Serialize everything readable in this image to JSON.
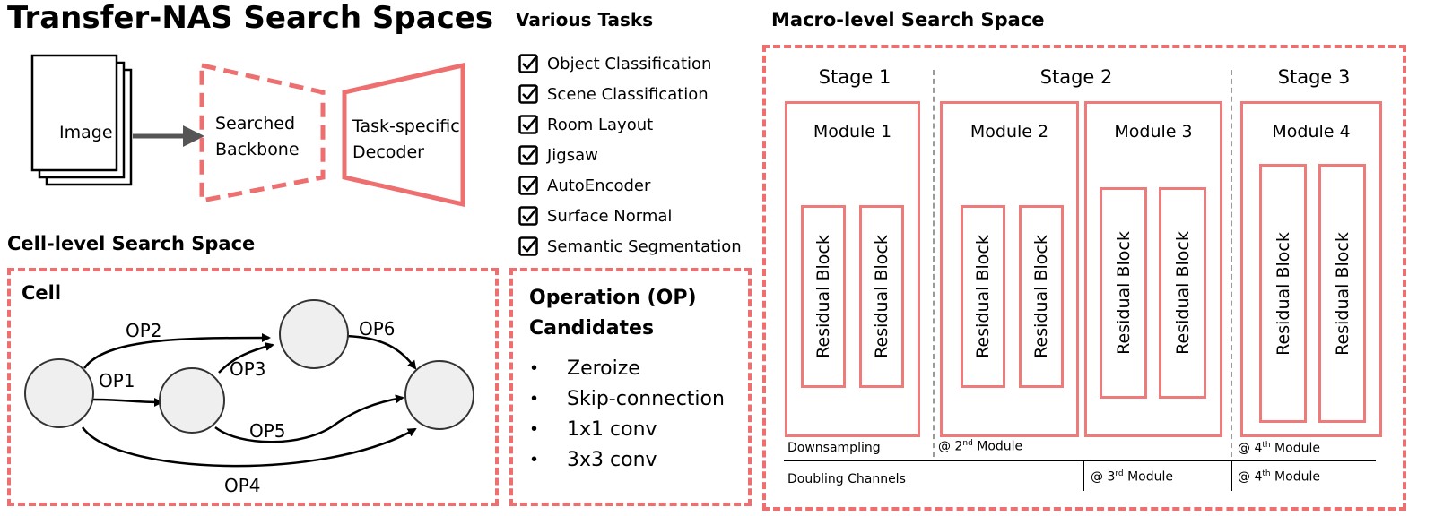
{
  "title": "Transfer-NAS Search Spaces",
  "pipeline": {
    "image_label": "Image",
    "backbone_label": [
      "Searched",
      "Backbone"
    ],
    "decoder_label": [
      "Task-specific",
      "Decoder"
    ]
  },
  "tasks": {
    "title": "Various Tasks",
    "items": [
      "Object Classification",
      "Scene Classification",
      "Room Layout",
      "Jigsaw",
      "AutoEncoder",
      "Surface Normal",
      "Semantic Segmentation"
    ]
  },
  "cell_space": {
    "title": "Cell-level Search Space",
    "cell_label": "Cell",
    "ops": [
      "OP1",
      "OP2",
      "OP3",
      "OP4",
      "OP5",
      "OP6"
    ]
  },
  "op_candidates": {
    "title_line1": "Operation (OP)",
    "title_line2": "Candidates",
    "bullet": "•",
    "items": [
      "Zeroize",
      "Skip-connection",
      "1x1 conv",
      "3x3 conv"
    ]
  },
  "macro_space": {
    "title": "Macro-level Search Space",
    "stages": [
      "Stage 1",
      "Stage 2",
      "Stage 3"
    ],
    "modules": [
      "Module 1",
      "Module 2",
      "Module 3",
      "Module 4"
    ],
    "block_label": "Residual Block",
    "downsampling_label": "Downsampling",
    "doubling_label": "Doubling Channels",
    "at_prefix": "@ ",
    "module_word": " Module",
    "ds_2": {
      "num": "2",
      "sup": "nd"
    },
    "ds_4": {
      "num": "4",
      "sup": "th"
    },
    "dc_3": {
      "num": "3",
      "sup": "rd"
    },
    "dc_4": {
      "num": "4",
      "sup": "th"
    }
  },
  "colors": {
    "accent": "#ee7a7a",
    "node_fill": "#efefef",
    "divider": "#9a9a9a"
  }
}
